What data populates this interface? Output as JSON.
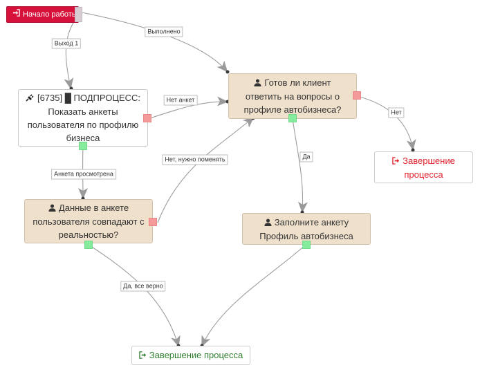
{
  "nodes": {
    "start": {
      "label": "Начало работы",
      "icon": "sign-in-icon"
    },
    "q_client": {
      "label": "Готов ли клиент ответить на вопросы о профиле автобизнеса?",
      "icon": "user-icon"
    },
    "subprocess": {
      "label": "[6735] █ ПОДПРОЦЕСС: Показать анкеты пользователя по профилю бизнеса",
      "icon": "plug-icon"
    },
    "end_top": {
      "label": "Завершение процесса",
      "icon": "sign-out-icon"
    },
    "q_data": {
      "label": "Данные в анкете пользователя совпадают с реальностью?",
      "icon": "user-icon"
    },
    "fill_form": {
      "label": "Заполните анкету Профиль автобизнеса",
      "icon": "user-icon"
    },
    "end_bottom": {
      "label": "Завершение процесса",
      "icon": "sign-out-icon"
    }
  },
  "edges": {
    "done": "Выполнено",
    "exit1": "Выход 1",
    "no_form": "Нет анкет",
    "no": "Нет",
    "need_change": "Нет, нужно поменять",
    "yes": "Да",
    "viewed": "Анкета просмотрена",
    "yes_correct": "Да, все верно"
  },
  "colors": {
    "start_bg": "#d6113a",
    "task_bg": "#efe0cc",
    "port_red": "#f59a9a",
    "port_green": "#86ec9d",
    "end_red_text": "#e0202a",
    "end_green_text": "#2f7d2f",
    "edge": "#999999"
  }
}
